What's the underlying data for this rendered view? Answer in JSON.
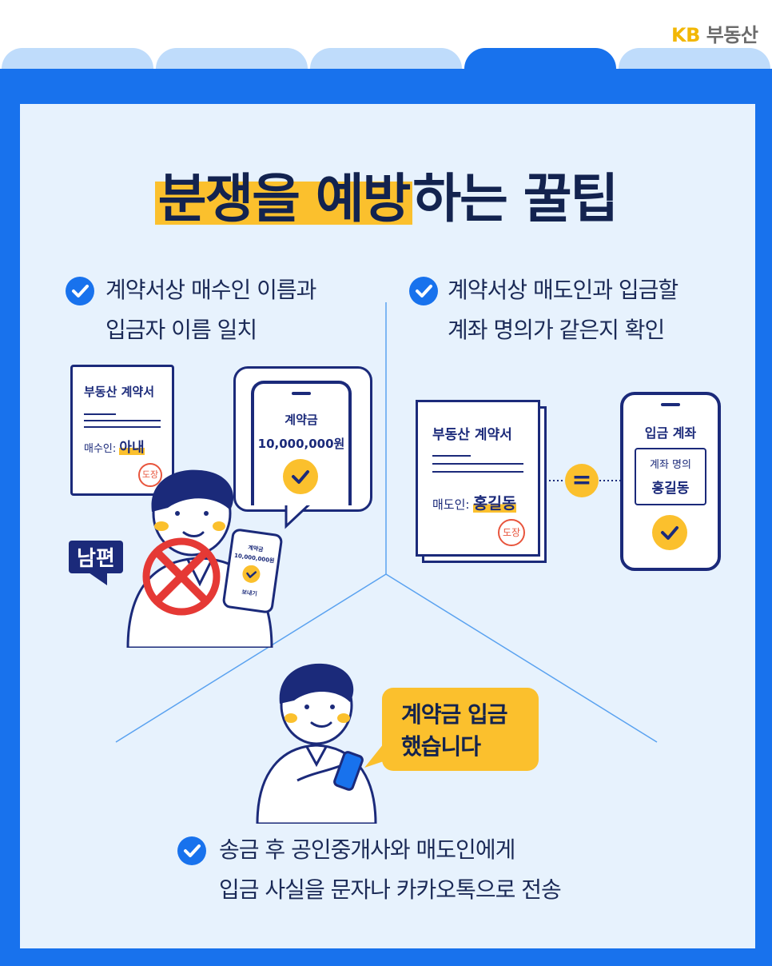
{
  "logo": {
    "kb": "KB",
    "text": "부동산"
  },
  "title": {
    "highlight": "분쟁을 예방",
    "rest": "하는 꿀팁"
  },
  "tips": [
    {
      "line1": "계약서상 매수인 이름과",
      "line2": "입금자 이름 일치"
    },
    {
      "line1": "계약서상 매도인과 입금할",
      "line2": "계좌 명의가 같은지 확인"
    },
    {
      "line1": "송금 후 공인중개사와 매도인에게",
      "line2": "입금 사실을 문자나 카카오톡으로 전송"
    }
  ],
  "left_illustration": {
    "doc_title": "부동산 계약서",
    "buyer_label": "매수인: ",
    "buyer_name": "아내",
    "stamp": "도장",
    "phone_label": "계약금",
    "phone_amount": "10,000,000원",
    "small_phone_label": "계약금",
    "small_phone_amount": "10,000,000원",
    "small_phone_button": "보내기",
    "tag": "남편"
  },
  "right_illustration": {
    "doc_title": "부동산 계약서",
    "seller_label": "매도인: ",
    "seller_name": "홍길동",
    "stamp": "도장",
    "equals": "=",
    "phone_title": "입금 계좌",
    "account_label": "계좌 명의",
    "account_name": "홍길동"
  },
  "bottom_illustration": {
    "speech_line1": "계약금 입금",
    "speech_line2": "했습니다"
  },
  "colors": {
    "brand_blue": "#1872ed",
    "panel_bg": "#e7f2fd",
    "navy": "#1b2a7a",
    "yellow": "#fbc02d",
    "red": "#e53935"
  }
}
